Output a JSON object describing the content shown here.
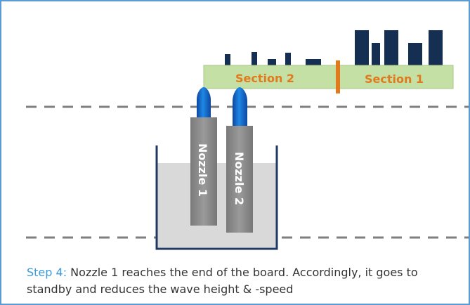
{
  "diagram": {
    "section_2_label": "Section 2",
    "section_1_label": "Section 1",
    "nozzle_1_label": "Nozzle 1",
    "nozzle_2_label": "Nozzle 2"
  },
  "caption": {
    "step_label": "Step 4",
    "colon": ":",
    "text": " Nozzle 1 reaches the end of the board. Accordingly, it goes to standby and reduces the wave height & -speed"
  },
  "colors": {
    "frame_border": "#5b9bd5",
    "board_fill": "#c5e0a5",
    "section_text": "#e07a1c",
    "wave": "#1565c0",
    "nozzle": "#8a8a8a",
    "tank_border": "#1f3864",
    "liquid": "#d9d9d9",
    "components": "#152f53",
    "step_label": "#3c9ad6"
  }
}
